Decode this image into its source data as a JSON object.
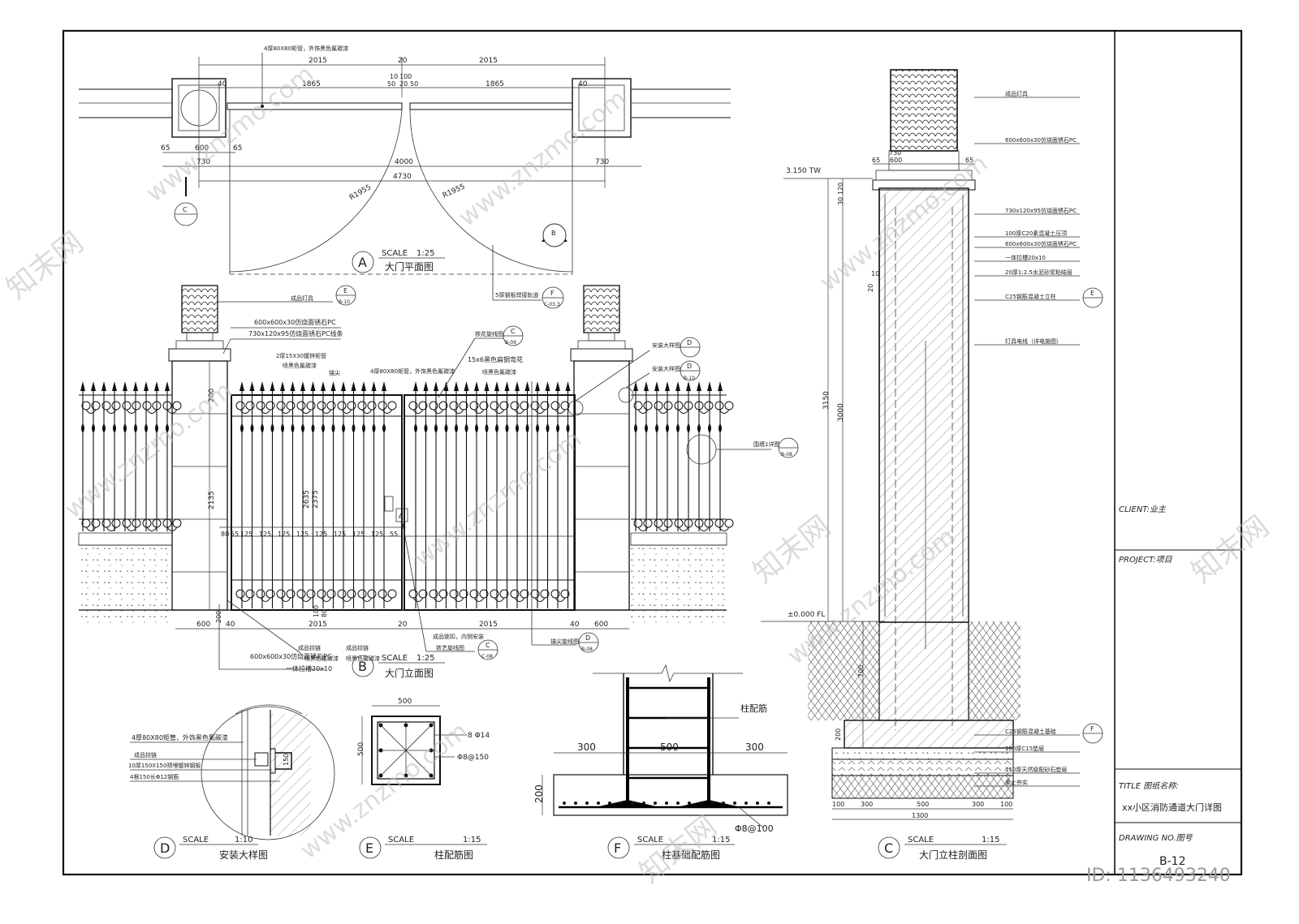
{
  "sheet": {
    "client_label": "CLIENT:业主",
    "project_label": "PROJECT:项目",
    "title_label": "TITLE 图纸名称:",
    "title_value": "xx小区消防通道大门详图",
    "drawing_no_label": "DRAWING NO.图号",
    "drawing_no": "B-12",
    "id_text": "ID: 1136493240",
    "watermark": "www.znzmo.com",
    "watermark_logo": "知末网"
  },
  "views": {
    "A": {
      "letter": "A",
      "scale_label": "SCALE",
      "scale": "1:25",
      "name": "大门平面图"
    },
    "B": {
      "letter": "B",
      "scale_label": "SCALE",
      "scale": "1:25",
      "name": "大门立面图"
    },
    "C": {
      "letter": "C",
      "scale_label": "SCALE",
      "scale": "1:15",
      "name": "大门立柱剖面图"
    },
    "D": {
      "letter": "D",
      "scale_label": "SCALE",
      "scale": "1:10",
      "name": "安装大样图"
    },
    "E": {
      "letter": "E",
      "scale_label": "SCALE",
      "scale": "1:15",
      "name": "柱配筋图"
    },
    "F": {
      "letter": "F",
      "scale_label": "SCALE",
      "scale": "1:15",
      "name": "柱基础配筋图"
    }
  },
  "plan": {
    "top_note": "4厚80X80矩管，外饰黑色氟碳漆",
    "dims_top": [
      "2015",
      "20",
      "2015"
    ],
    "dims_mid": [
      "40",
      "1865",
      "10",
      "100",
      "50",
      "20",
      "50",
      "1865",
      "40"
    ],
    "dims_post": [
      "65",
      "600",
      "65"
    ],
    "dims_730": [
      "730",
      "4000",
      "730"
    ],
    "dim_total": "4730",
    "radius_left": "R1955",
    "radius_right": "R1955",
    "section_c": "C",
    "section_b": "B",
    "track_note": "5厚钢板焊接轨道",
    "track_ref": "F",
    "track_sheet": "C-03.3"
  },
  "elevation": {
    "lamp_note": "成品灯具",
    "lamp_ref": "E",
    "lamp_sheet": "B-10",
    "stone_cap": "600x600x30仿烧面锈石PC",
    "stone_band": "730x120x95仿烧面锈石PC线条",
    "bar_note1": "2厚15X30镀锌矩管",
    "bar_note1b": "喷黑色氟碳漆",
    "anchor": "锚尖",
    "frame_note": "4厚80X80矩管，外饰黑色氟碳漆",
    "flower_note": "铁花旋线图",
    "flower_ref": "C",
    "flower_sheet": "B-09",
    "flat_steel": "15x6黑色扁钢弯花",
    "flat_steel_b": "喷黑色氟碳漆",
    "install_ref1": "安装大样图",
    "install_ref2": "安装大样图",
    "install_d": "D",
    "install_d2": "D",
    "install_sheet": "B-10",
    "fence_note": "围墙1详图",
    "fence_sheet": "B-08",
    "dim_200": "200",
    "dim_2135": "2135",
    "dim_2635": "2635",
    "dim_2375": "2375",
    "spacing": [
      "80",
      "55",
      "125",
      "125",
      "125",
      "125",
      "125",
      "125",
      "125",
      "125",
      "55"
    ],
    "bottom_dims": [
      "600",
      "40",
      "2015",
      "20",
      "2015",
      "40",
      "600"
    ],
    "small_dims": [
      "200",
      "100",
      "80"
    ],
    "hinge_note": "成品铰链",
    "hinge_note2": "喷黑色氟碳漆",
    "hinge_note3": "成品铰链",
    "hinge_note4": "喷黑色氟碳漆",
    "stone600": "600x600x30仿烧面锈石PC",
    "trench": "一体拉槽20x10",
    "lock_note": "成品锁扣，内侧安装",
    "lock_note2": "铁艺旋线图",
    "lock_ref": "C",
    "lock_sheet": "C-08",
    "anchor_ref_note": "锚尖旋线图",
    "anchor_ref": "D",
    "anchor_sheet": "B-08",
    "a_tag": "A"
  },
  "column_section": {
    "level_top": "3.150 TW",
    "level_zero": "±0.000 FL",
    "dims_top": [
      "65",
      "600",
      "65"
    ],
    "dim_730": "730",
    "dim_120": "120",
    "dim_30": "30",
    "dim_3150": "3150",
    "dim_3000": "3000",
    "dim_10": "10",
    "dim_20": "20",
    "dim_700": "700",
    "dim_200": "200",
    "bottom_dims": [
      "100",
      "300",
      "500",
      "300",
      "100"
    ],
    "dim_1300": "1300",
    "notes": [
      "成品灯具",
      "600x600x30仿烧面锈石PC",
      "730x120x95仿烧面锈石PC",
      "100厚C20素混凝土压顶",
      "600x600x30仿烧面锈石PC",
      "一体拉槽20x10",
      "20厚1:2.5水泥砂浆粘结层",
      "C25钢筋混凝土立柱",
      "灯具电线（详电施图）",
      "C25钢筋混凝土基础",
      "100厚C15垫层",
      "150厚天然级配砂石垫层",
      "素土夯实"
    ],
    "ref_e": "E",
    "ref_f": "F"
  },
  "detail_d": {
    "notes": [
      "4厚80X80矩管，外饰黑色氟碳漆",
      "成品铰链",
      "10厚150X150预埋镀锌钢板",
      "4根150长Φ12钢筋"
    ],
    "dim": "150"
  },
  "detail_e": {
    "dim_w": "500",
    "dim_h": "500",
    "rebar1": "8 Φ14",
    "rebar2": "Φ8@150"
  },
  "detail_f": {
    "note": "柱配筋",
    "dims": [
      "300",
      "500",
      "300"
    ],
    "dim_200": "200",
    "rebar": "Φ8@100"
  }
}
